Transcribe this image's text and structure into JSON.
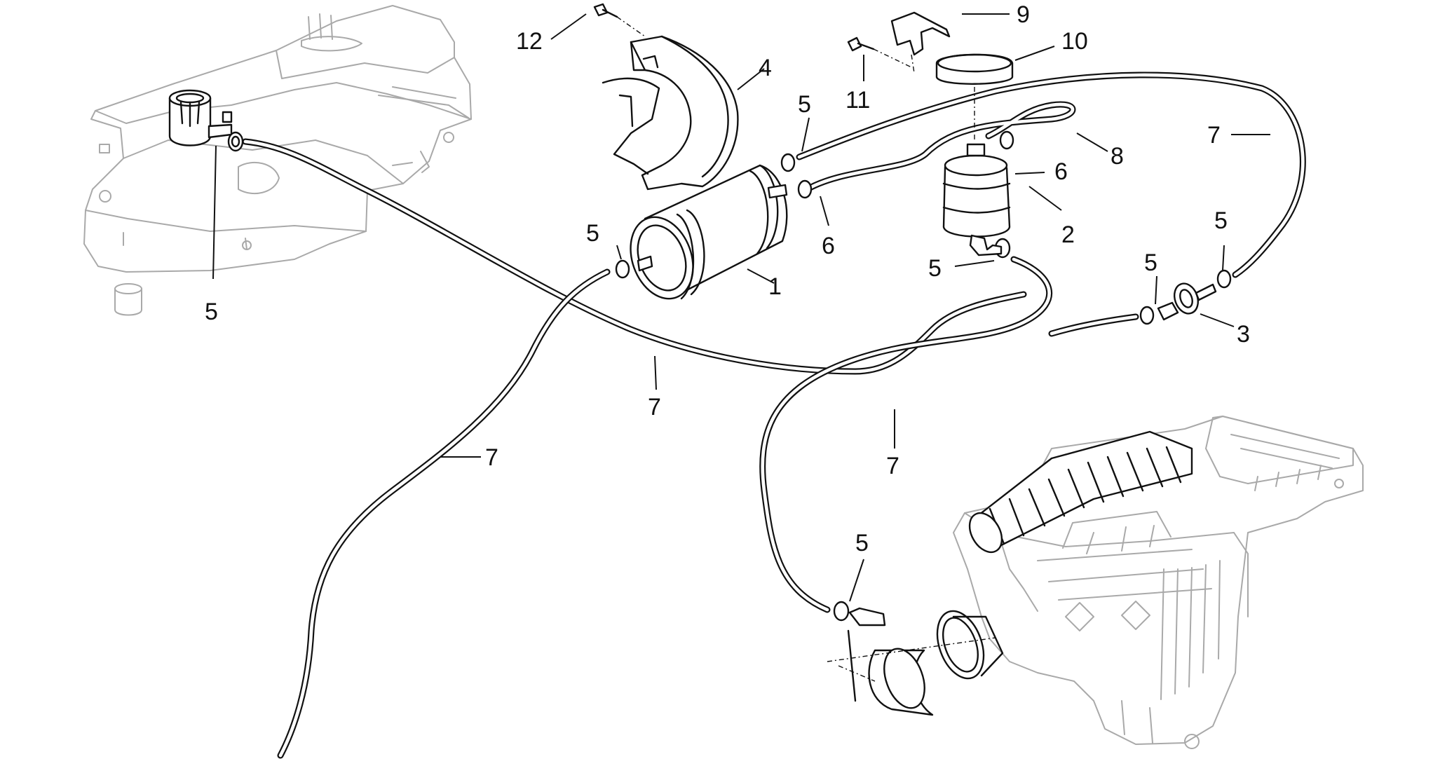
{
  "diagram": {
    "callouts": [
      {
        "id": "c12",
        "label": "12"
      },
      {
        "id": "c4",
        "label": "4"
      },
      {
        "id": "c9",
        "label": "9"
      },
      {
        "id": "c10",
        "label": "10"
      },
      {
        "id": "c11",
        "label": "11"
      },
      {
        "id": "c5a",
        "label": "5"
      },
      {
        "id": "c7a",
        "label": "7"
      },
      {
        "id": "c8",
        "label": "8"
      },
      {
        "id": "c6a",
        "label": "6"
      },
      {
        "id": "c2",
        "label": "2"
      },
      {
        "id": "c6b",
        "label": "6"
      },
      {
        "id": "c5b",
        "label": "5"
      },
      {
        "id": "c1",
        "label": "1"
      },
      {
        "id": "c5c",
        "label": "5"
      },
      {
        "id": "c5d",
        "label": "5"
      },
      {
        "id": "c5e",
        "label": "5"
      },
      {
        "id": "c5f",
        "label": "5"
      },
      {
        "id": "c3",
        "label": "3"
      },
      {
        "id": "c7b",
        "label": "7"
      },
      {
        "id": "c7c",
        "label": "7"
      },
      {
        "id": "c7d",
        "label": "7"
      },
      {
        "id": "c5g",
        "label": "5"
      }
    ]
  }
}
